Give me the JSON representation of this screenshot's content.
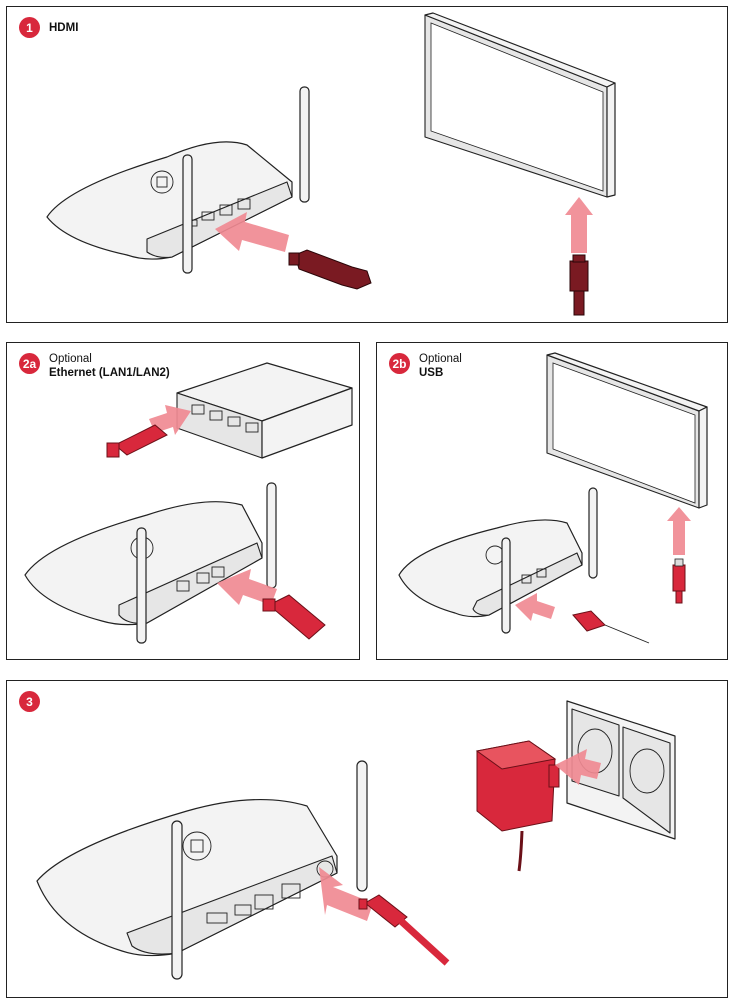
{
  "panels": {
    "p1": {
      "number": "1",
      "label": "HDMI"
    },
    "p2a": {
      "number": "2a",
      "sublabel": "Optional",
      "label": "Ethernet (LAN1/LAN2)"
    },
    "p2b": {
      "number": "2b",
      "sublabel": "Optional",
      "label": "USB"
    },
    "p3": {
      "number": "3"
    }
  },
  "colors": {
    "badge": "#d8283c",
    "arrow": "#f08a92",
    "plug_red": "#d8283c",
    "plug_dark": "#7a1a22"
  },
  "icons": [
    "router-icon",
    "tv-screen-icon",
    "network-switch-icon",
    "power-adapter-icon",
    "wall-socket-icon",
    "hdmi-plug-icon",
    "ethernet-plug-icon",
    "usb-plug-icon"
  ]
}
